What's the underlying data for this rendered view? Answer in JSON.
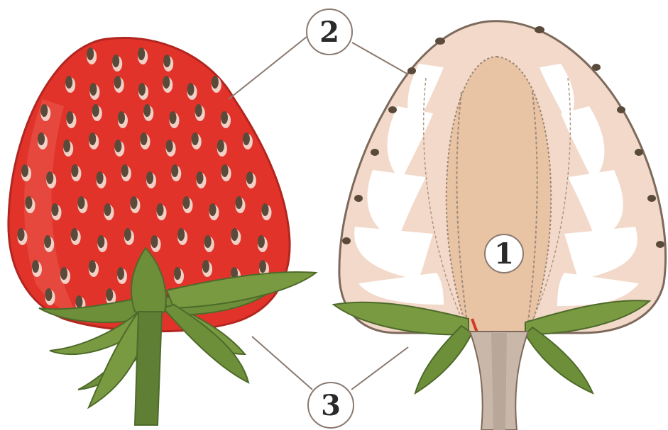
{
  "diagram": {
    "callouts": [
      {
        "id": "c1",
        "label": "1"
      },
      {
        "id": "c2",
        "label": "2"
      },
      {
        "id": "c3",
        "label": "3"
      }
    ],
    "colors": {
      "whole_fruit": "#e2332b",
      "whole_fruit_shade": "#c81e1a",
      "achene": "#5a4a3a",
      "achene_highlight": "#f4ece2",
      "sepal": "#6e8f3a",
      "sepal_dark": "#4e6a2a",
      "section_flesh": "#f2d9c9",
      "section_core": "#e8c3a4",
      "section_white": "#ffffff",
      "stem": "#b9a89a",
      "leader_line": "#8a7a70"
    }
  }
}
